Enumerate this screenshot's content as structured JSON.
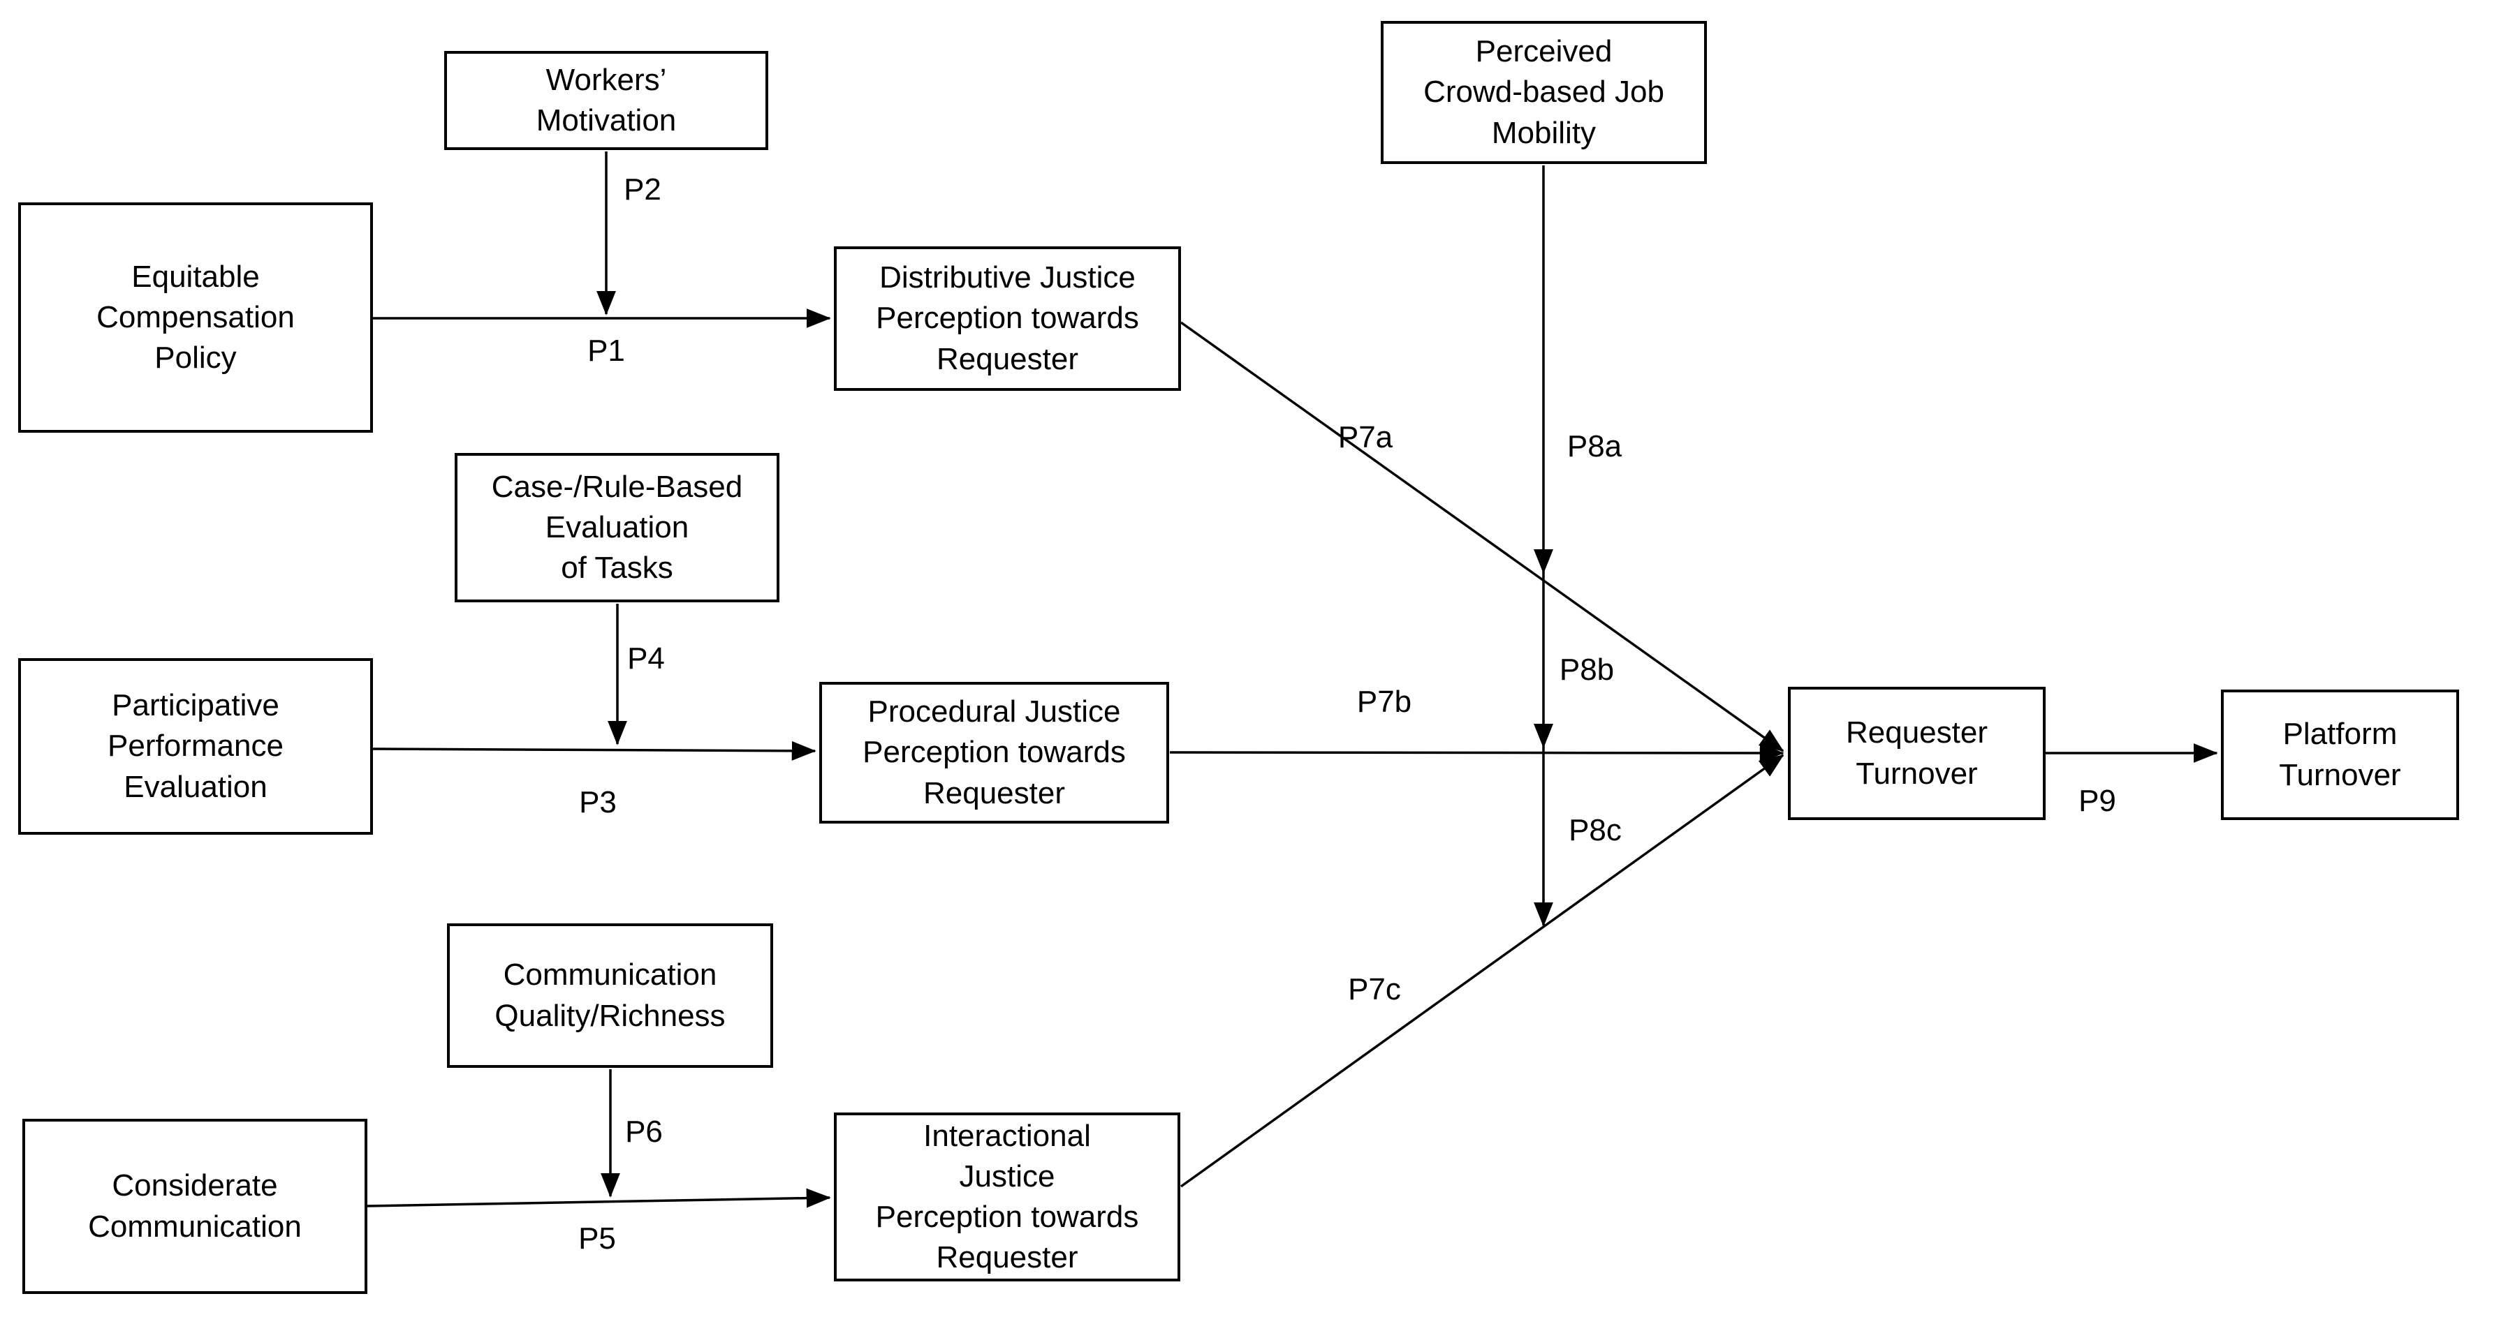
{
  "diagram": {
    "background_color": "#ffffff",
    "node_border_color": "#000000",
    "line_color": "#000000",
    "text_color": "#000000",
    "nodes": [
      {
        "id": "workers-motivation",
        "label": "Workers’\nMotivation"
      },
      {
        "id": "equitable-compensation-policy",
        "label": "Equitable\nCompensation\nPolicy"
      },
      {
        "id": "distributive-justice-perception",
        "label": "Distributive Justice\nPerception towards\nRequester"
      },
      {
        "id": "perceived-crowd-based-job-mobility",
        "label": "Perceived\nCrowd-based Job\nMobility"
      },
      {
        "id": "case-rule-based-evaluation",
        "label": "Case-/Rule-Based\nEvaluation\nof Tasks"
      },
      {
        "id": "participative-performance-evaluation",
        "label": "Participative\nPerformance\nEvaluation"
      },
      {
        "id": "procedural-justice-perception",
        "label": "Procedural Justice\nPerception towards\nRequester"
      },
      {
        "id": "communication-quality-richness",
        "label": "Communication\nQuality/Richness"
      },
      {
        "id": "considerate-communication",
        "label": "Considerate\nCommunication"
      },
      {
        "id": "interactional-justice-perception",
        "label": "Interactional\nJustice\nPerception towards\nRequester"
      },
      {
        "id": "requester-turnover",
        "label": "Requester\nTurnover"
      },
      {
        "id": "platform-turnover",
        "label": "Platform\nTurnover"
      }
    ],
    "edges": [
      {
        "label": "P1",
        "from": "equitable-compensation-policy",
        "to": "distributive-justice-perception"
      },
      {
        "label": "P2",
        "from": "workers-motivation",
        "to": "P1"
      },
      {
        "label": "P3",
        "from": "participative-performance-evaluation",
        "to": "procedural-justice-perception"
      },
      {
        "label": "P4",
        "from": "case-rule-based-evaluation",
        "to": "P3"
      },
      {
        "label": "P5",
        "from": "considerate-communication",
        "to": "interactional-justice-perception"
      },
      {
        "label": "P6",
        "from": "communication-quality-richness",
        "to": "P5"
      },
      {
        "label": "P7a",
        "from": "distributive-justice-perception",
        "to": "requester-turnover"
      },
      {
        "label": "P7b",
        "from": "procedural-justice-perception",
        "to": "requester-turnover"
      },
      {
        "label": "P7c",
        "from": "interactional-justice-perception",
        "to": "requester-turnover"
      },
      {
        "label": "P8a",
        "from": "perceived-crowd-based-job-mobility",
        "to": "P7a"
      },
      {
        "label": "P8b",
        "from": "perceived-crowd-based-job-mobility",
        "to": "P7b"
      },
      {
        "label": "P8c",
        "from": "perceived-crowd-based-job-mobility",
        "to": "P7c"
      },
      {
        "label": "P9",
        "from": "requester-turnover",
        "to": "platform-turnover"
      }
    ]
  }
}
